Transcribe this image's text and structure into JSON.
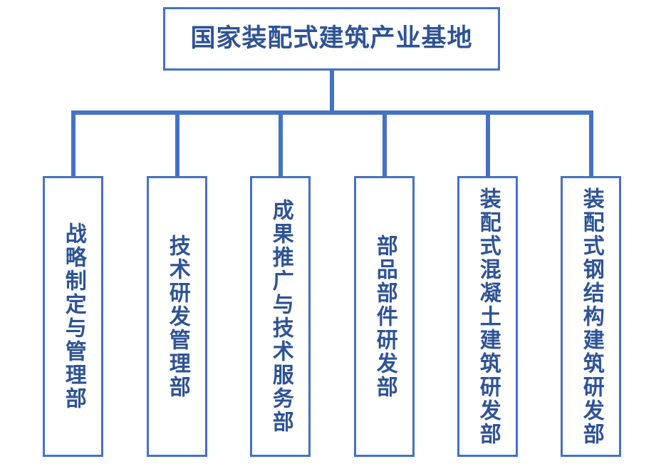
{
  "diagram": {
    "type": "organization-chart",
    "orientation": "top-down",
    "root": {
      "label": "国家装配式建筑产业基地"
    },
    "children": [
      {
        "label": "战略制定与管理部"
      },
      {
        "label": "技术研发管理部"
      },
      {
        "label": "成果推广与技术服务部"
      },
      {
        "label": "部品部件研发部"
      },
      {
        "label": "装配式混凝土建筑研发部"
      },
      {
        "label": "装配式钢结构建筑研发部"
      }
    ],
    "colors": {
      "line": "#4472C4",
      "border": "#4472C4",
      "text": "#2E5395",
      "background": "#FFFFFF"
    }
  }
}
